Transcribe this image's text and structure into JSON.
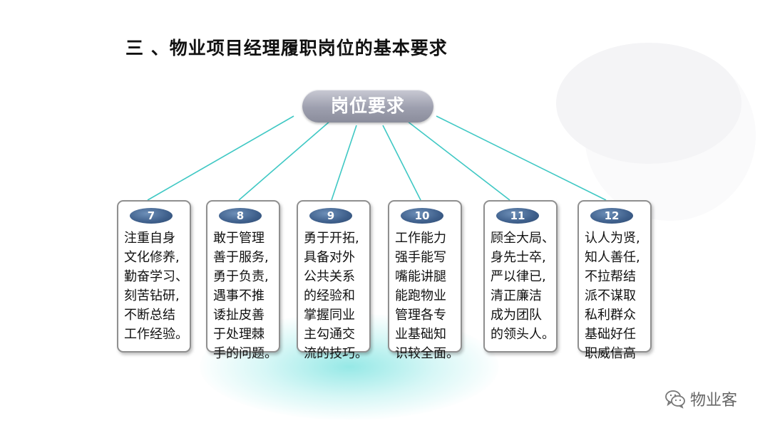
{
  "title": "三 、物业项目经理履职岗位的基本要求",
  "center_label": "岗位要求",
  "cards": [
    {
      "number": "7",
      "text": "注重自身\n文化修养,\n勤奋学习、\n刻苦钻研,\n不断总结\n工作经验。"
    },
    {
      "number": "8",
      "text": "敢于管理\n善于服务,\n勇于负责,\n遇事不推\n诿扯皮善\n于处理棘\n手的问题。"
    },
    {
      "number": "9",
      "text": "勇于开拓,\n具备对外\n公共关系\n的经验和\n掌握同业\n主勾通交\n流的技巧。"
    },
    {
      "number": "10",
      "text": "工作能力\n强手能写\n嘴能讲腿\n能跑物业\n管理各专\n业基础知\n识较全面。"
    },
    {
      "number": "11",
      "text": "顾全大局、\n身先士卒,\n严以律已,\n清正廉洁\n成为团队\n的领头人。"
    },
    {
      "number": "12",
      "text": "认人为贤,\n知人善任,\n不拉帮结\n派不谋取\n私利群众\n基础好任\n职威信高"
    }
  ],
  "watermark": {
    "text": "物业客",
    "icon": "wechat-icon"
  },
  "colors": {
    "connector": "#3fc8c4",
    "badge": "#3e5f8b",
    "pill": "#9d9fae"
  }
}
